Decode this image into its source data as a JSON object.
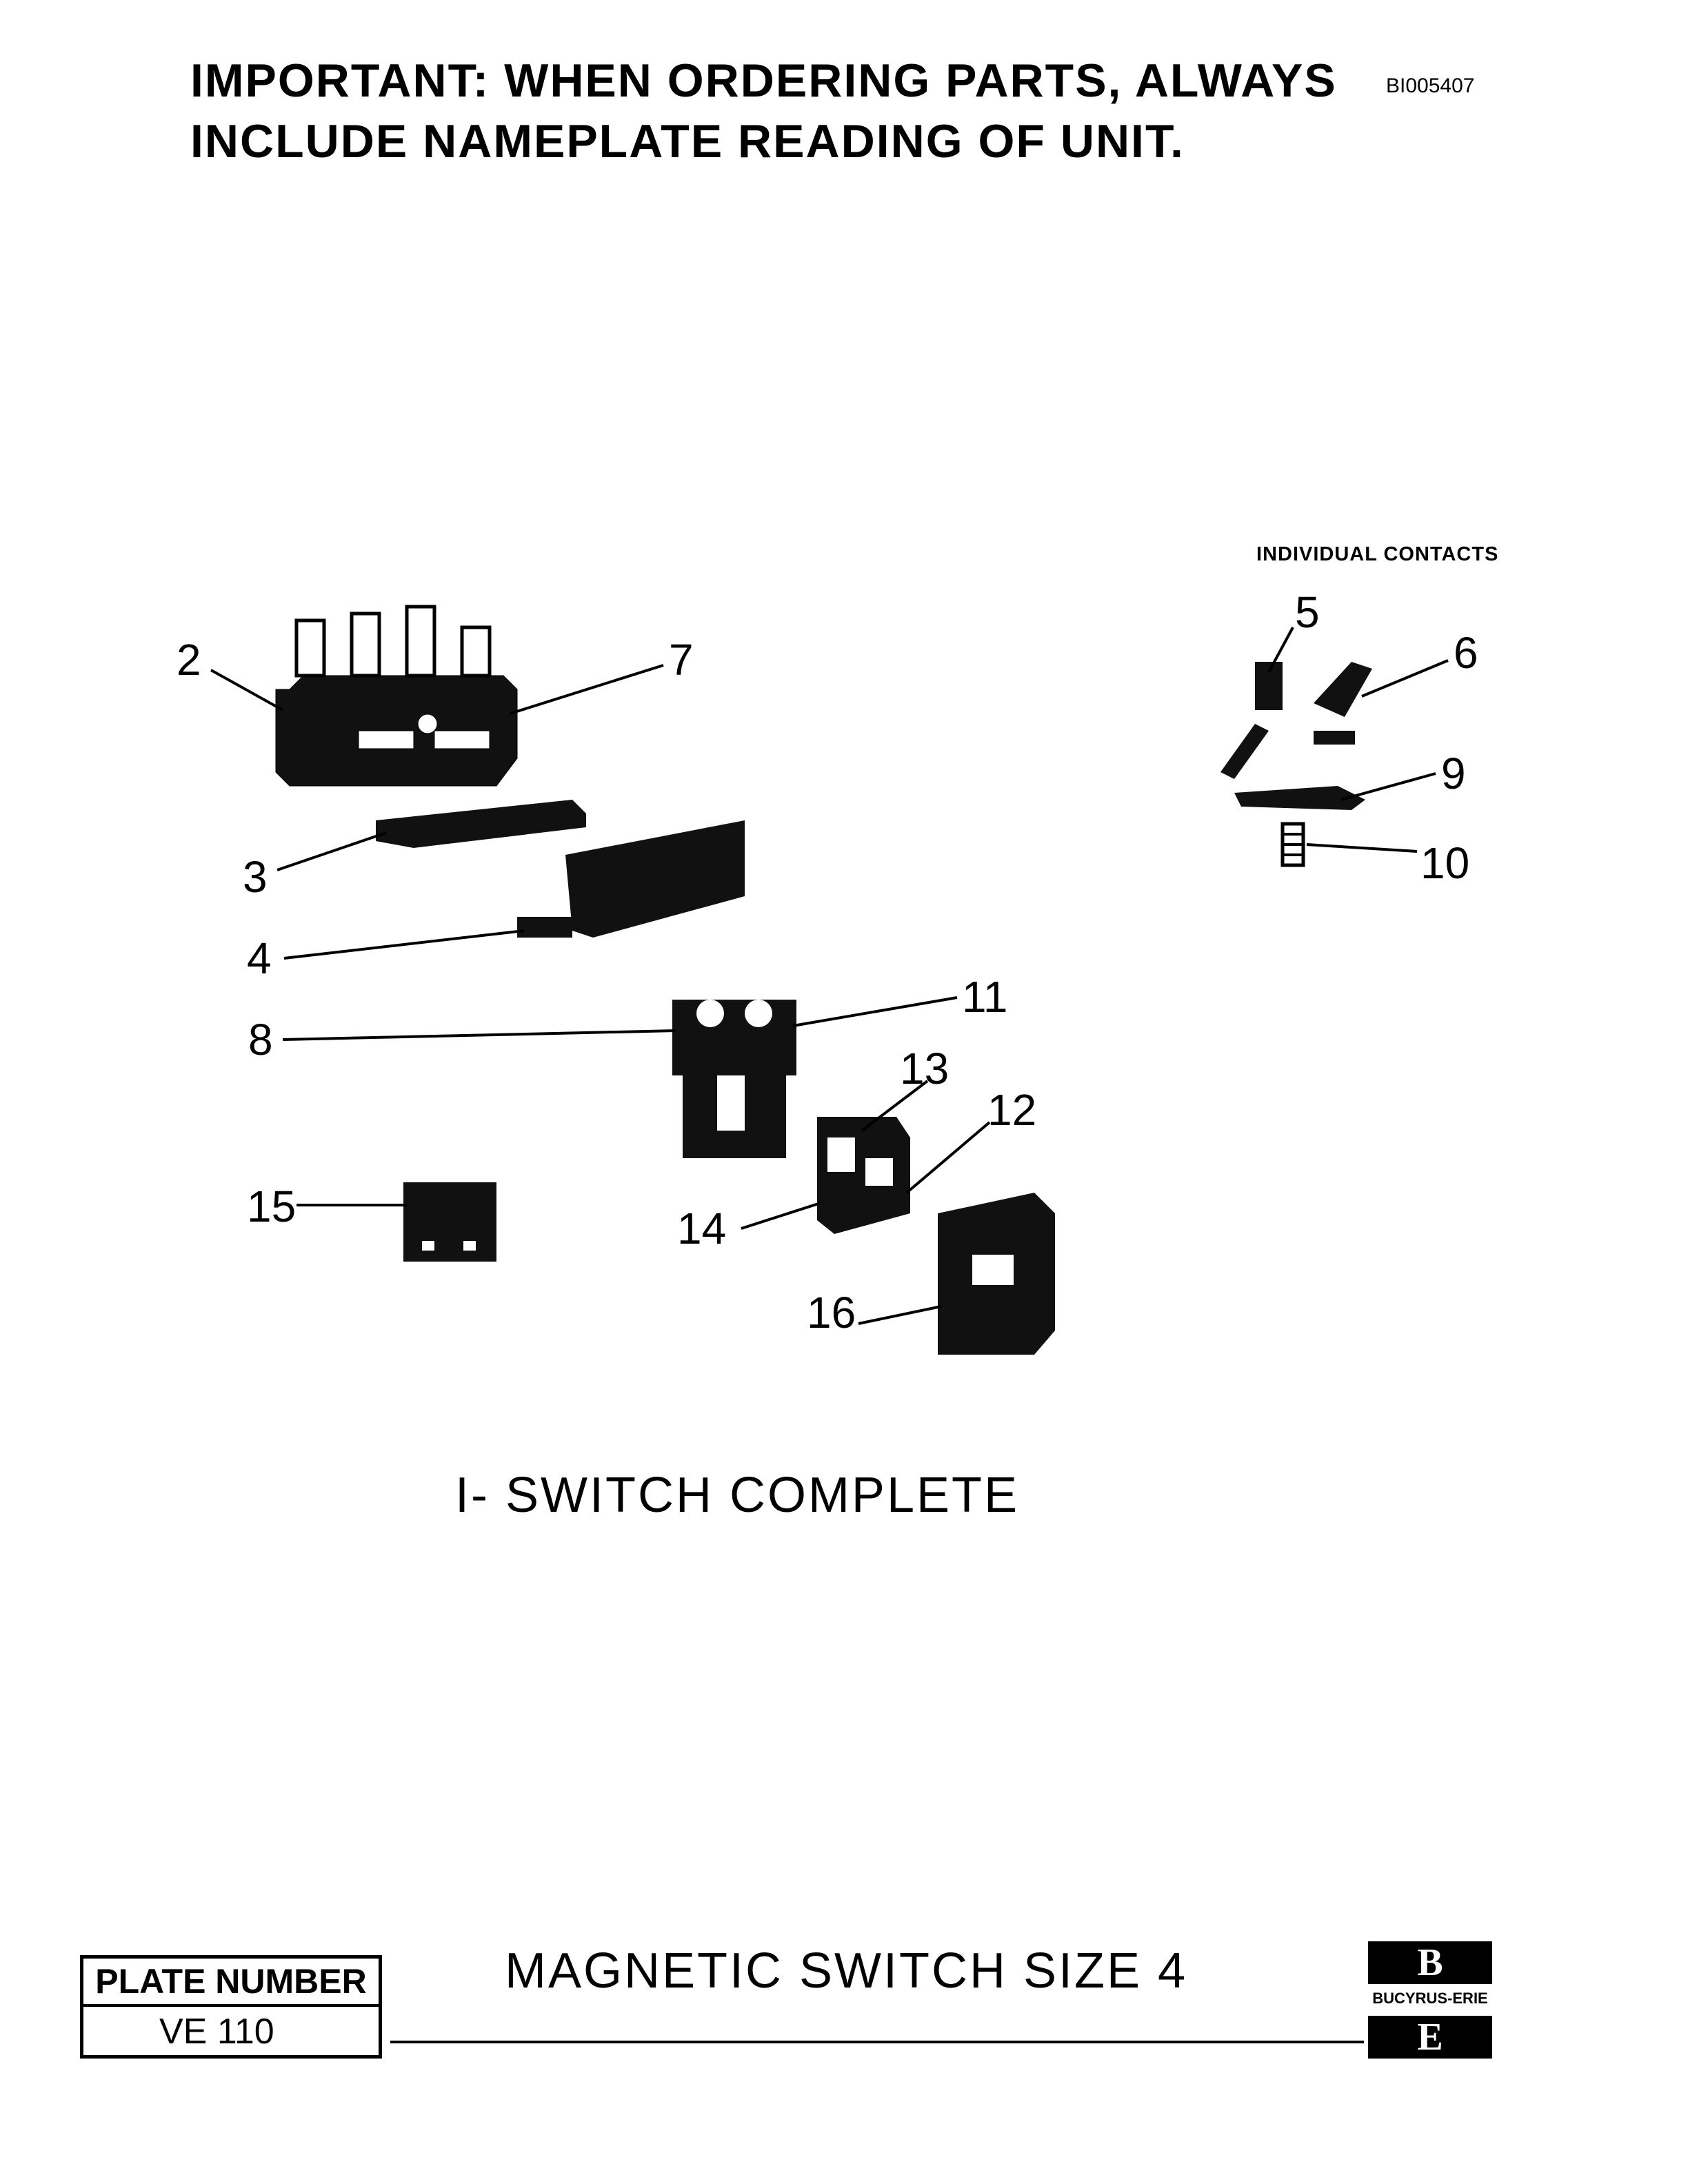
{
  "header": {
    "line1": "IMPORTANT: WHEN ORDERING PARTS, ALWAYS",
    "line2": "INCLUDE NAMEPLATE READING OF UNIT.",
    "doc_id": "BI005407"
  },
  "individual_contacts_label": "INDIVIDUAL CONTACTS",
  "callouts": [
    "2",
    "7",
    "3",
    "4",
    "8",
    "11",
    "13",
    "12",
    "14",
    "15",
    "16",
    "5",
    "6",
    "9",
    "10"
  ],
  "caption": "I- SWITCH   COMPLETE",
  "footer": {
    "plate_label": "PLATE NUMBER",
    "plate_number": "VE 110",
    "title": "MAGNETIC   SWITCH   SIZE 4",
    "logo_top": "B",
    "logo_brand": "BUCYRUS-ERIE",
    "logo_bottom": "E"
  }
}
